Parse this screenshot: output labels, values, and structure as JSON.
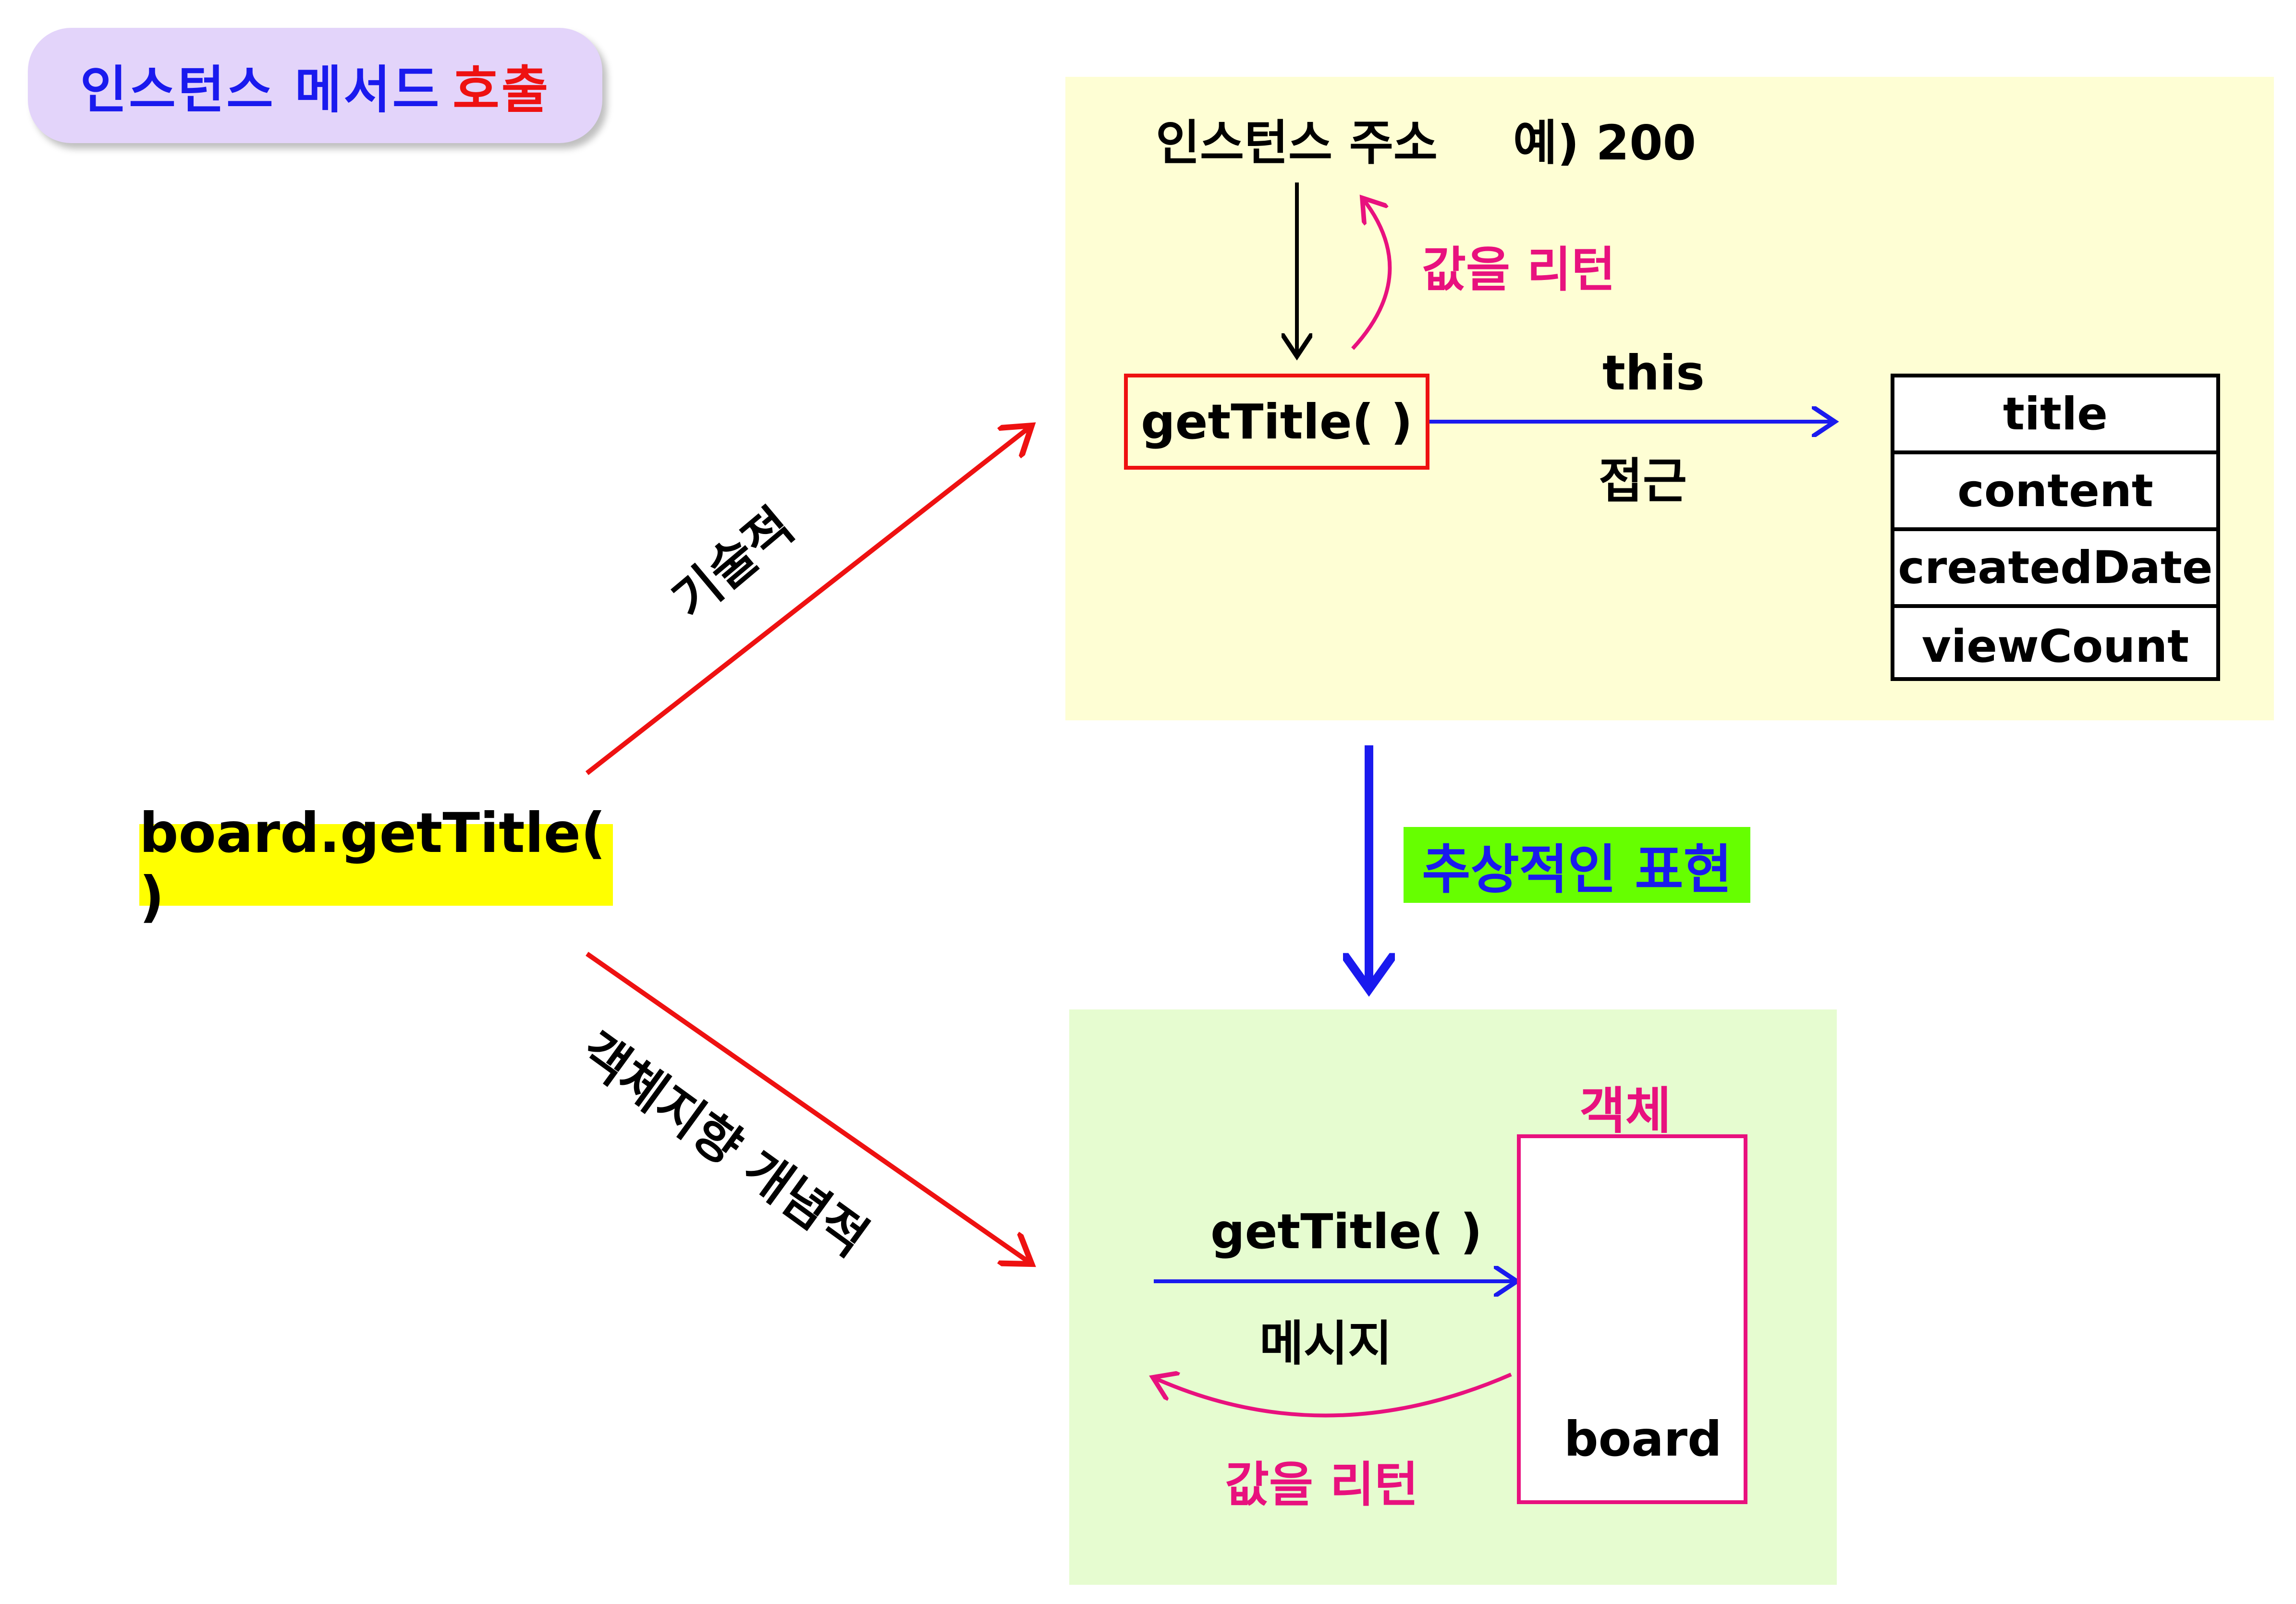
{
  "title": {
    "part1": "인스턴스 메서드 ",
    "part2": "호출"
  },
  "code_label": "board.getTitle( )",
  "technical": {
    "path_label": "기술적",
    "instance_address": "인스턴스 주소",
    "address_example": "예) 200",
    "return_label": "값을 리턴",
    "method": "getTitle( )",
    "this_label": "this",
    "access_label": "접근",
    "fields": [
      "title",
      "content",
      "createdDate",
      "viewCount"
    ]
  },
  "abstract_label": "추상적인 표현",
  "oop": {
    "path_label": "객체지향 개념적",
    "object_label": "객체",
    "method": "getTitle( )",
    "message_label": "메시지",
    "return_label": "값을 리턴",
    "object_name": "board"
  },
  "colors": {
    "red": "#ee1111",
    "blue": "#1a1aee",
    "pink": "#e8117e",
    "yellow_panel": "#fefed4",
    "green_panel": "#e6fcd0",
    "highlight_yellow": "#ffff00",
    "highlight_green": "#66ff00",
    "title_bg": "#e3d4fa"
  }
}
